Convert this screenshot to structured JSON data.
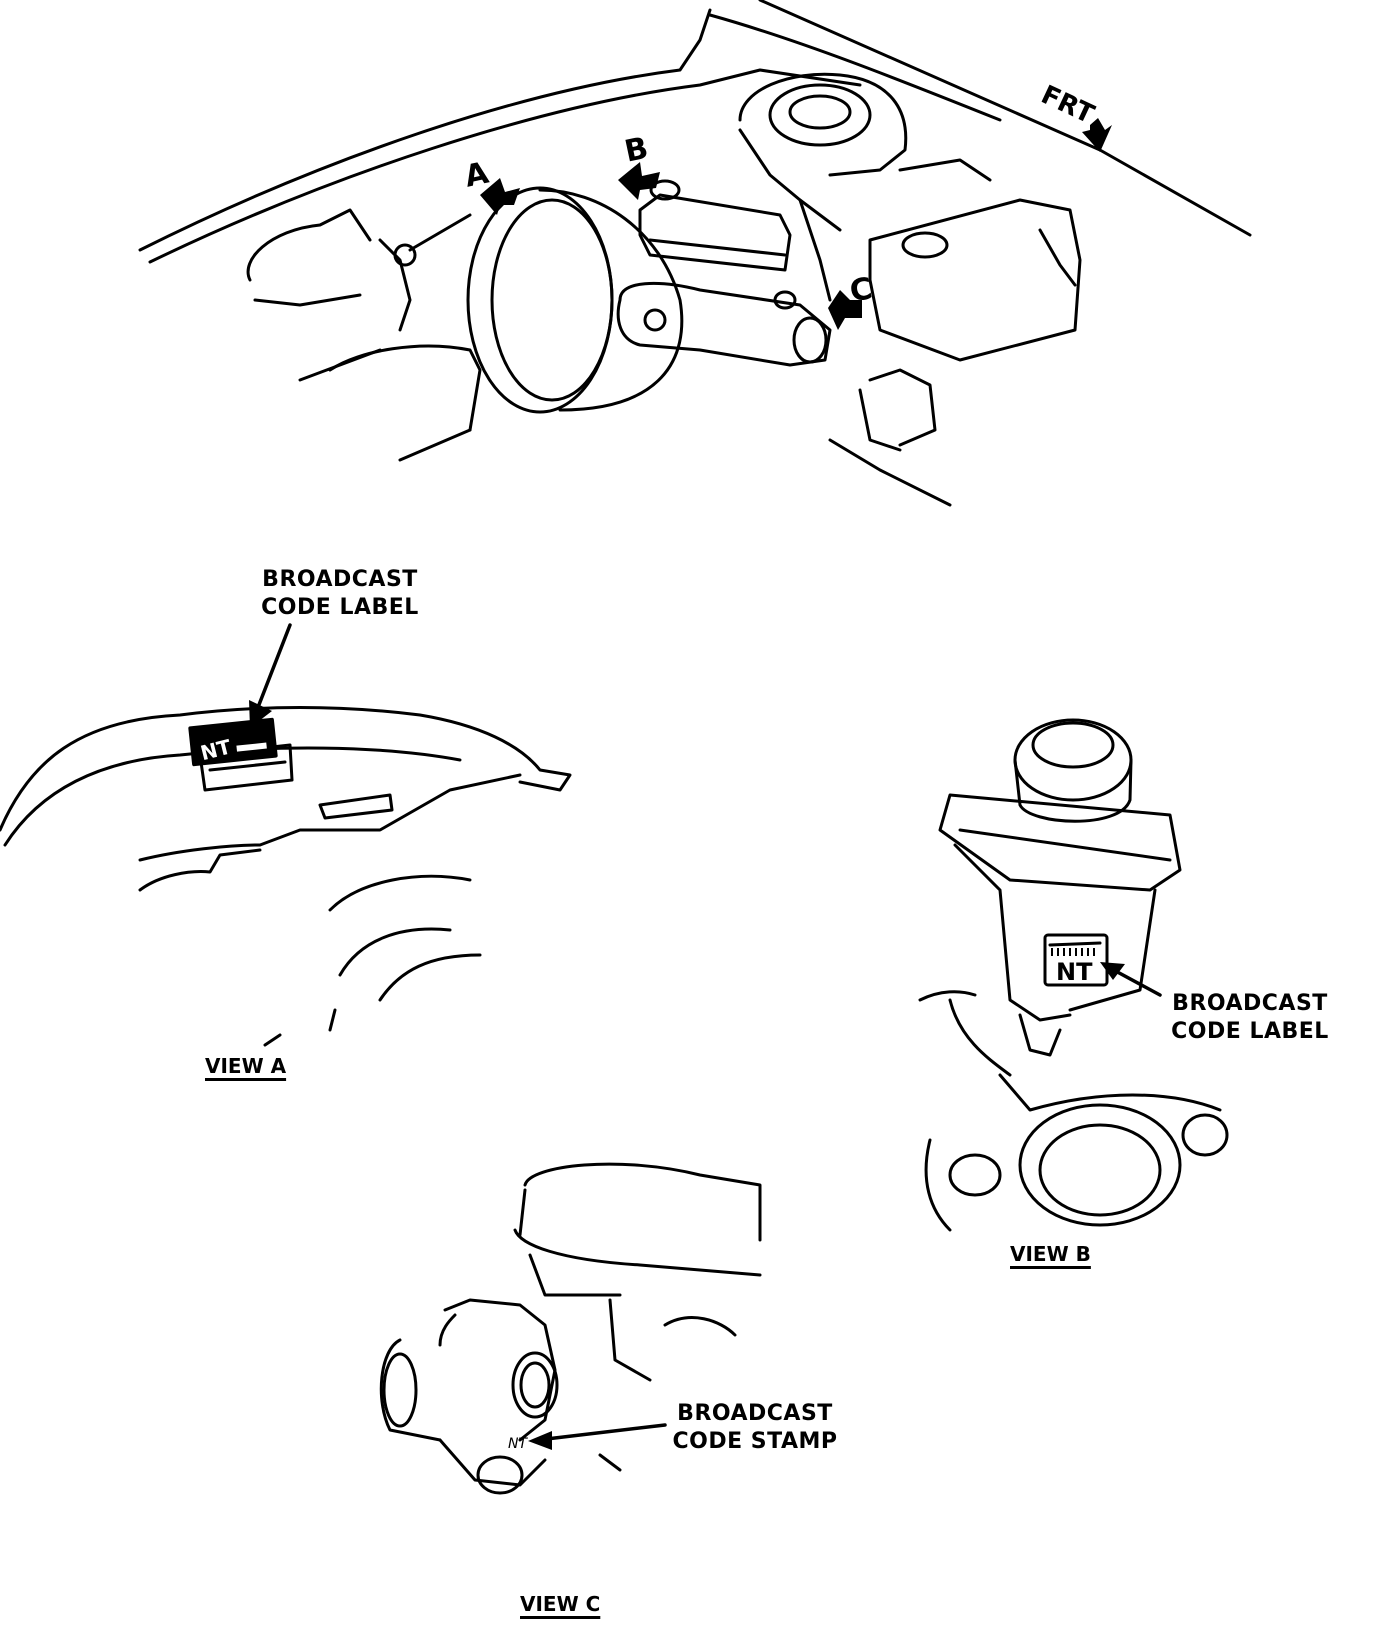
{
  "callouts": {
    "view_a_label": [
      "BROADCAST",
      "CODE LABEL"
    ],
    "view_b_label": [
      "BROADCAST",
      "CODE LABEL"
    ],
    "view_c_label": [
      "BROADCAST",
      "CODE STAMP"
    ]
  },
  "views": {
    "a": "VIEW A",
    "b": "VIEW B",
    "c": "VIEW C"
  },
  "markers": {
    "a": "A",
    "b": "B",
    "c": "C",
    "front": "FRT"
  },
  "code_text": "NT"
}
